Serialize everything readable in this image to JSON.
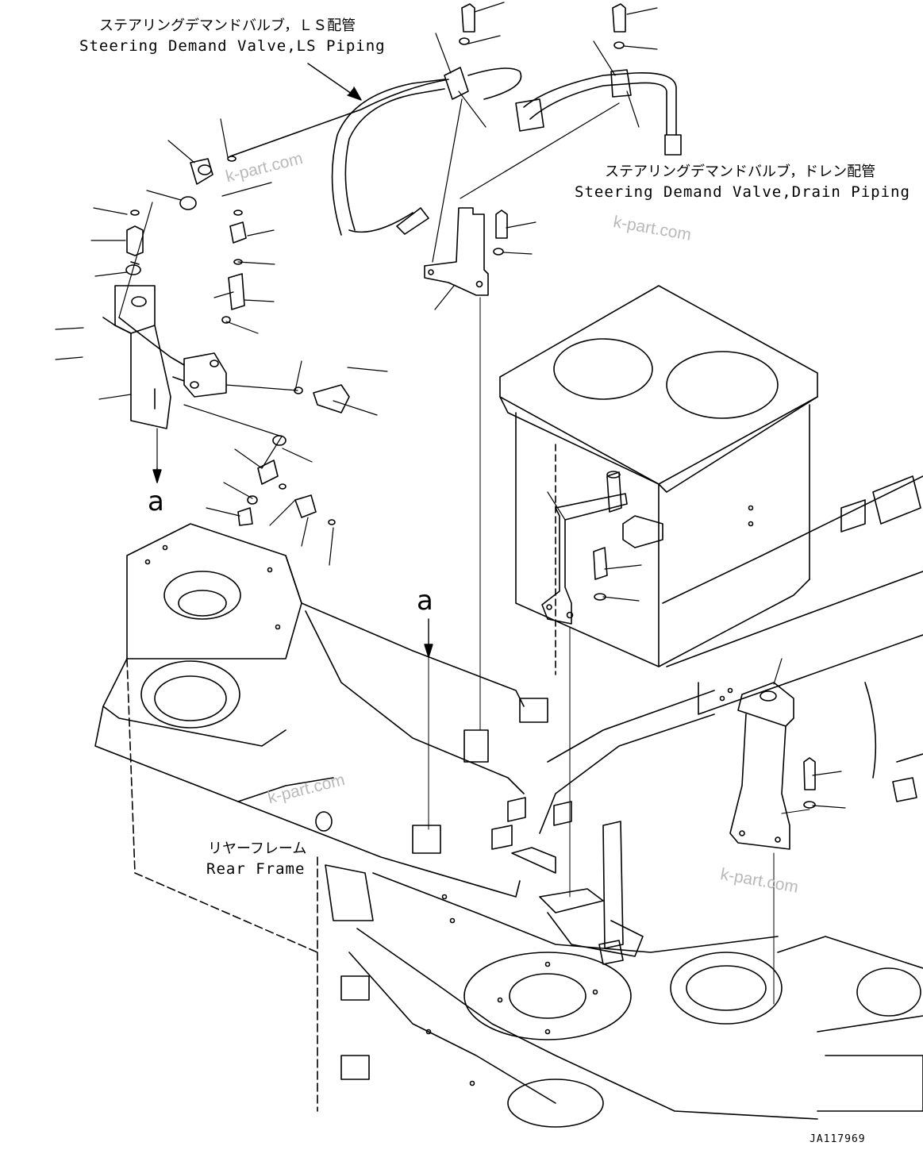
{
  "labels": {
    "ls_piping_jp": "ステアリングデマンドバルブ，ＬＳ配管",
    "ls_piping_en": "Steering Demand Valve,LS Piping",
    "drain_piping_jp": "ステアリングデマンドバルブ，ドレン配管",
    "drain_piping_en": "Steering Demand Valve,Drain Piping",
    "rear_frame_jp": "リヤーフレーム",
    "rear_frame_en": "Rear Frame"
  },
  "reference_marks": [
    "a",
    "a"
  ],
  "watermarks": [
    "k-part.com",
    "k-part.com",
    "k-part.com",
    "k-part.com"
  ],
  "drawing_code": "JA117969"
}
